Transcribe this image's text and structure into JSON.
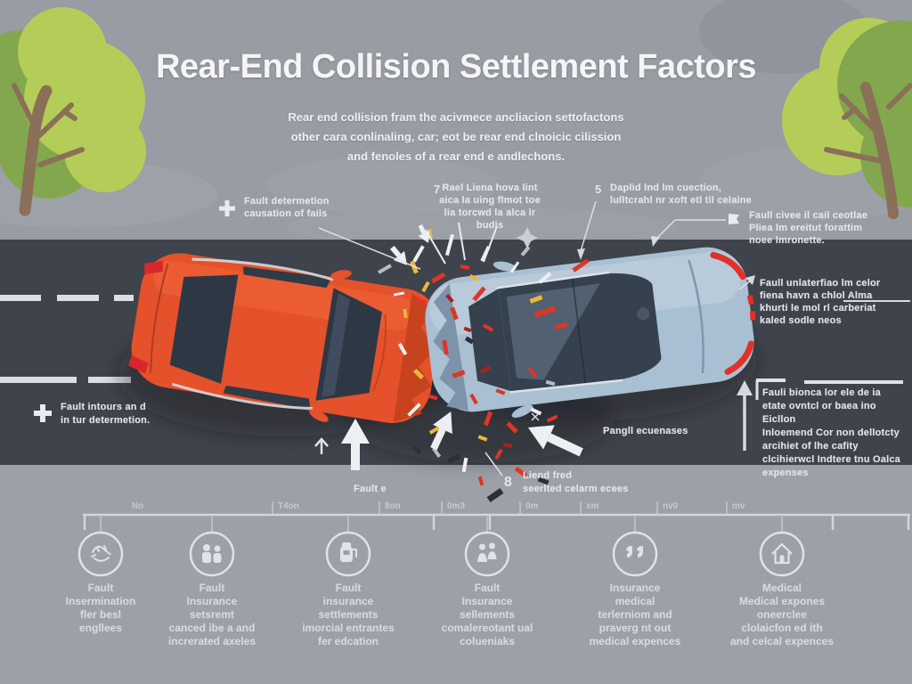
{
  "title": "Rear-End Collision Settlement Factors",
  "subtitle_lines": [
    "Rear end collision fram the acivmece ancliacion settofactons",
    "other cara conlinaling, car; eot be rear end clnoicic cilission",
    "and fenoles of a rear end e andlechons."
  ],
  "annotations": {
    "top_left": {
      "icon": "plus-icon",
      "lines": [
        "Fault determetion",
        "causation of fails"
      ]
    },
    "top_mid": {
      "prefix": "7",
      "lines": [
        "Rael Liena hova lint",
        "aica la uing flmot toe",
        "lia torcwd la alca ir",
        "budis"
      ]
    },
    "top_right": {
      "prefix": "5",
      "lines": [
        "Daplid lnd lm cuection,",
        "lulltcrahl nr xoft etl til celaine"
      ]
    },
    "right_flag": {
      "icon": "flag-icon",
      "lines": [
        "Faull civee il cail ceotlae",
        "Pliea lm ereitut forattim",
        "noee lmronette."
      ]
    },
    "right_mid": {
      "icon": "arrow-up-right-icon",
      "lines": [
        "Faull unlaterfiao lm celor",
        "fiena havn a chlol Alma",
        "khurti le mol rl carberiat",
        "kaled sodle neos"
      ]
    },
    "right_bottom": {
      "icon": "arrow-up-icon",
      "lines": [
        "Fauli bionca lor ele de ia",
        "etate ovntcl or baea ino Eicllon",
        "Inloemend Cor non dellotcty",
        "arcihiet of lhe cafity",
        "clcihierwcl Indtere tnu Oalca",
        "expenses"
      ]
    },
    "road_left": {
      "icon": "plus-icon",
      "lines": [
        "Fault intours an d",
        "in tur determetion."
      ]
    },
    "road_center": {
      "lines": [
        "Fault e"
      ]
    },
    "road_eight": {
      "prefix": "8",
      "lines": [
        "Liend fred",
        "seerlted celarm ecees"
      ]
    },
    "road_right": {
      "lines": [
        "Pangll ecuenases"
      ]
    }
  },
  "timeline": {
    "labels": [
      "No",
      "T4on",
      "8on",
      "0m3",
      "0m",
      "xm",
      "nv0",
      "mv"
    ]
  },
  "factors": [
    {
      "icon": "scribble-face-icon",
      "lines": [
        "Fault",
        "Insermination",
        "fler besl",
        "engllees"
      ]
    },
    {
      "icon": "people-icon",
      "lines": [
        "Fault",
        "Insurance",
        "setsremt",
        "canced ibe a and",
        "increrated axeles"
      ]
    },
    {
      "icon": "gas-pump-icon",
      "lines": [
        "Fault",
        "insurance",
        "settlements",
        "imorcial entrantes",
        "fer edcation"
      ]
    },
    {
      "icon": "two-figures-icon",
      "lines": [
        "Fault",
        "Insurance",
        "sellements",
        "comalereotant ual",
        "colueniaks"
      ]
    },
    {
      "icon": "quotes-icon",
      "lines": [
        "Insurance",
        "medical",
        "terlerniom and",
        "praverg nt out",
        "medical expences"
      ]
    },
    {
      "icon": "house-icon",
      "lines": [
        "Medical",
        "Medical expones",
        "oneerclee",
        "clolaicfon ed ith",
        "and celcal expences"
      ]
    }
  ],
  "colors": {
    "background_top": "#989ca3",
    "background_bottom": "#9ca0a7",
    "road": "#3f434c",
    "car_orange": "#e4512a",
    "car_blue": "#a9bfd2",
    "glass_dark": "#2e3845",
    "debris_red": "#df3527",
    "debris_yellow": "#ecb73a",
    "accent_red": "#e23028",
    "tree_light_green": "#b4cd58",
    "tree_dark_green": "#83a74c",
    "trunk_brown": "#8a7058",
    "text_light": "#e3e7ec"
  }
}
